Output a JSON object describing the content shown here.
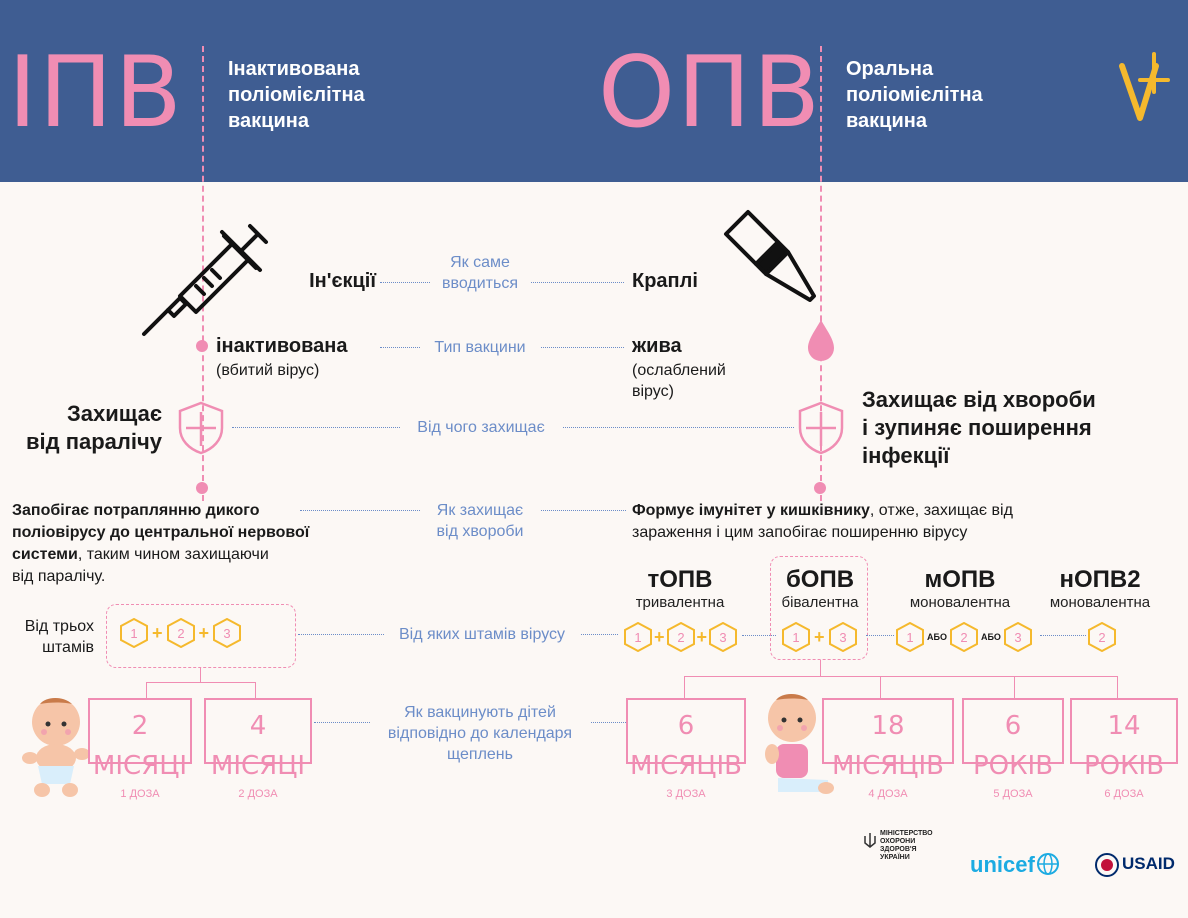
{
  "header": {
    "left_code": "ІПВ",
    "left_name": [
      "Інактивована",
      "поліомієлітна",
      "вакцина"
    ],
    "right_code": "ОПВ",
    "right_name": [
      "Оральна",
      "поліомієлітна",
      "вакцина"
    ]
  },
  "rows": {
    "intro": {
      "label": [
        "Як саме",
        "вводиться"
      ],
      "left": "Ін'єкції",
      "right": "Краплі"
    },
    "type": {
      "label": "Тип вакцини",
      "left": "інактивована",
      "left_note": "(вбитий вірус)",
      "right": "жива",
      "right_note": [
        "(ослаблений",
        "вірус)"
      ]
    },
    "protects": {
      "label": "Від чого захищає",
      "left": [
        "Захищає",
        "від паралічу"
      ],
      "right": [
        "Захищає від хвороби",
        "і зупиняє поширення",
        "інфекції"
      ]
    },
    "how": {
      "label": [
        "Як захищає",
        "від хвороби"
      ],
      "left_bold": [
        "Запобігає потраплянню дикого",
        "поліовірусу до центральної нервової",
        "системи"
      ],
      "left_rest": [
        ", таким чином захищаючи",
        "від паралічу."
      ],
      "right_bold": "Формує імунітет у кишківнику",
      "right_rest": [
        ", отже, захищає від",
        "зараження і цим запобігає поширенню вірусу"
      ]
    },
    "strains": {
      "label": "Від яких штамів вірусу",
      "left_label": [
        "Від трьох",
        "штамів"
      ],
      "left_hex": [
        "1",
        "2",
        "3"
      ],
      "plus": "+",
      "or": "АБО",
      "vaccines": [
        {
          "name": "тОПВ",
          "sub": "тривалентна",
          "hex": [
            "1",
            "2",
            "3"
          ]
        },
        {
          "name": "бОПВ",
          "sub": "бівалентна",
          "hex": [
            "1",
            "3"
          ]
        },
        {
          "name": "мОПВ",
          "sub": "моновалентна",
          "hex": [
            "1",
            "2",
            "3"
          ]
        },
        {
          "name": "нОПВ2",
          "sub": "моновалентна",
          "hex": [
            "2"
          ]
        }
      ]
    },
    "schedule": {
      "label": [
        "Як вакцинують дітей",
        "відповідно до календаря",
        "щеплень"
      ],
      "left": [
        {
          "age": "2 МІСЯЦІ",
          "dose": "1 ДОЗА"
        },
        {
          "age": "4 МІСЯЦІ",
          "dose": "2 ДОЗА"
        }
      ],
      "right": [
        {
          "age": "6 МІСЯЦІВ",
          "dose": "3 ДОЗА"
        },
        {
          "age": "18 МІСЯЦІВ",
          "dose": "4 ДОЗА"
        },
        {
          "age": "6 РОКІВ",
          "dose": "5 ДОЗА"
        },
        {
          "age": "14 РОКІВ",
          "dose": "6 ДОЗА"
        }
      ]
    }
  },
  "footer": {
    "ministry": [
      "МІНІСТЕРСТВО",
      "ОХОРОНИ",
      "ЗДОРОВ'Я",
      "УКРАЇНИ"
    ],
    "unicef": "unicef",
    "usaid": "USAID"
  },
  "colors": {
    "header_bg": "#3f5d92",
    "pink": "#f08db3",
    "blue": "#6c8dc8",
    "yellow": "#f5b92d"
  }
}
